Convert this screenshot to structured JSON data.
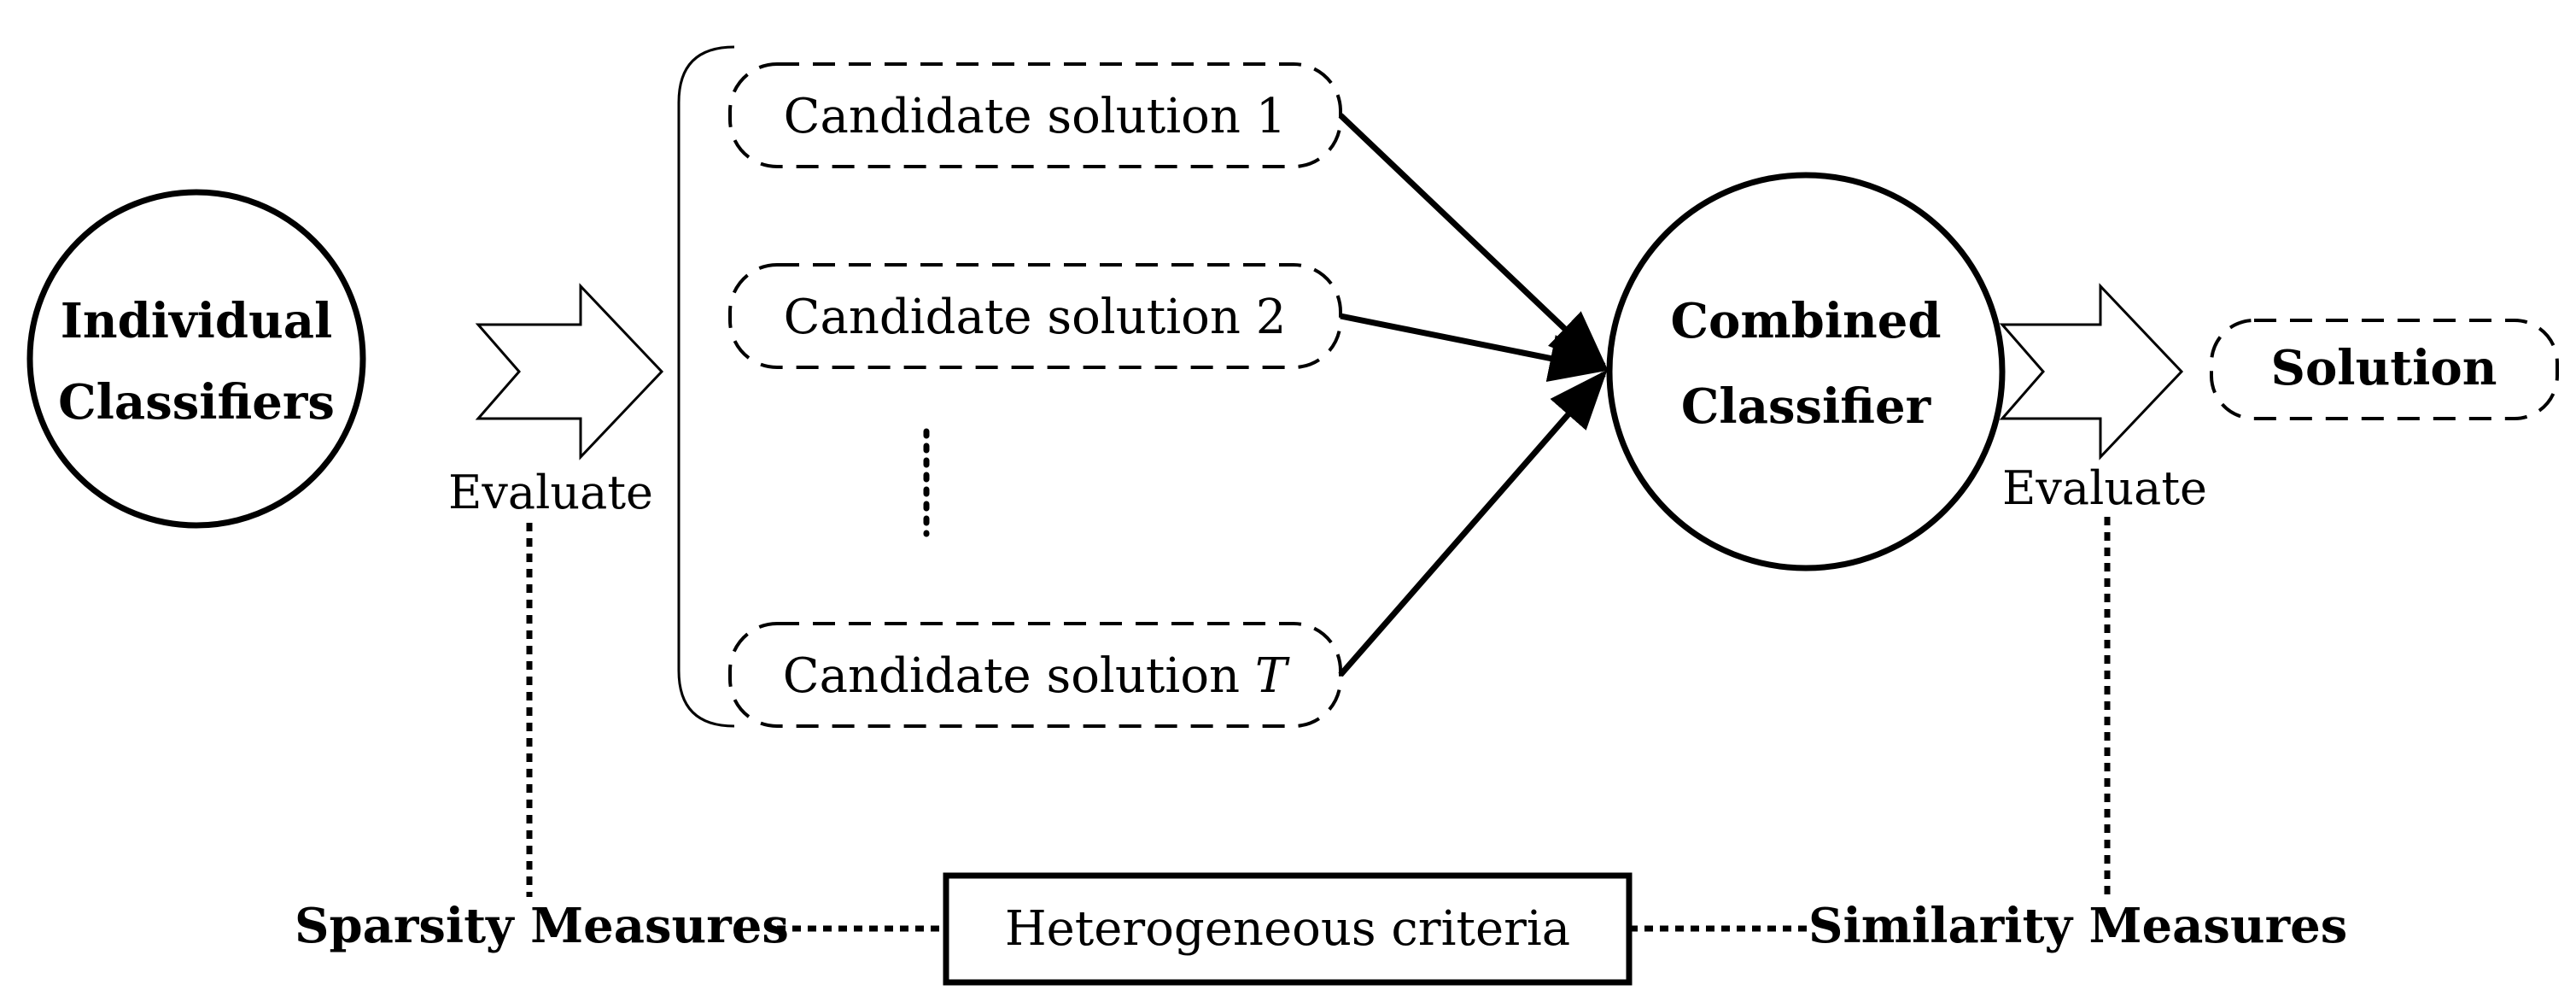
{
  "nodes": {
    "individual": {
      "line1": "Individual",
      "line2": "Classifiers"
    },
    "combined": {
      "line1": "Combined",
      "line2": "Classifier"
    },
    "solution": "Solution"
  },
  "candidates": {
    "c1": "Candidate solution 1",
    "c2": "Candidate solution 2",
    "cT_prefix": "Candidate solution ",
    "cT_var": "T"
  },
  "evaluate": {
    "left": "Evaluate",
    "right": "Evaluate"
  },
  "bottom": {
    "left": "Sparsity Measures",
    "center": "Heterogeneous criteria",
    "right": "Similarity Measures"
  }
}
